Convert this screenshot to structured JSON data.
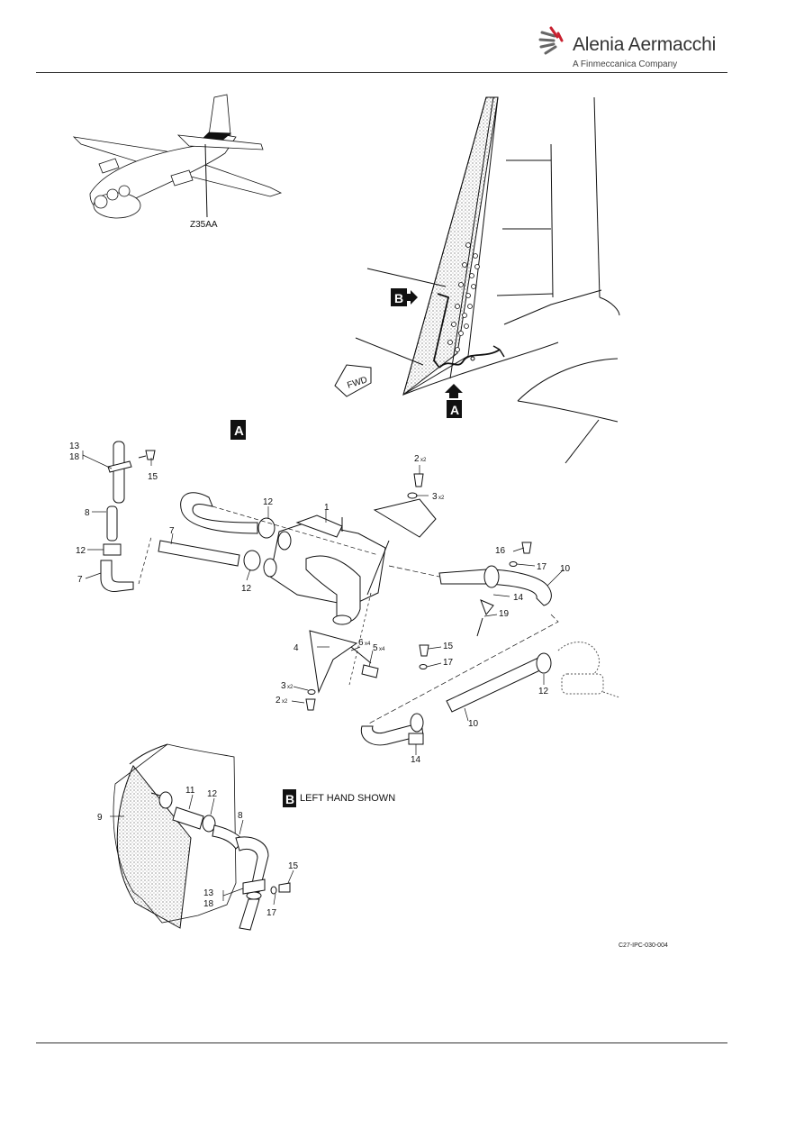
{
  "header": {
    "brand_name": "Alenia Aermacchi",
    "brand_subtitle": "A Finmeccanica Company",
    "logo_icon": "alenia-aermacchi-logo-icon"
  },
  "locator": {
    "zone_label": "Z35AA"
  },
  "views": {
    "a_letter": "A",
    "b_letter": "B",
    "fwd_label": "FWD",
    "b_caption": "LEFT HAND SHOWN"
  },
  "callouts": {
    "c1": "1",
    "c2": "2",
    "c3": "3",
    "c4": "4",
    "c5": "5",
    "c6": "6",
    "c7": "7",
    "c8": "8",
    "c9": "9",
    "c10": "10",
    "c11": "11",
    "c12": "12",
    "c13": "13",
    "c14": "14",
    "c15": "15",
    "c16": "16",
    "c17": "17",
    "c18": "18",
    "c19": "19",
    "x2": "x2",
    "x4": "x4"
  },
  "figure_code": "C27-IPC-030-004",
  "colors": {
    "line": "#111111",
    "fill": "#ffffff",
    "shade": "#bbbbbb",
    "logo_red": "#c8202f",
    "logo_grey": "#666666"
  }
}
